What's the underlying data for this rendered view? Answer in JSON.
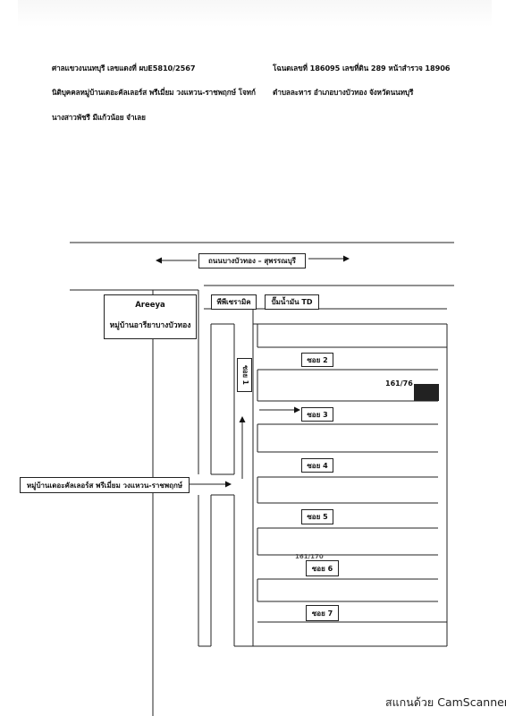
{
  "header": {
    "court": "ศาลแขวงนนทบุรี เลขแดงที่ ผบE5810/2567",
    "deed": "โฉนดเลขที่ 186095 เลขที่ดิน 289 หน้าสำรวจ 18906",
    "juristic": "นิติบุคคลหมู่บ้านเดอะคัลเลอร์ส พรีเมี่ยม วงแหวน-ราชพฤกษ์ โจทก์",
    "location": "ตำบลละหาร อำเภอบางบัวทอง จังหวัดนนทบุรี",
    "defendant": "นางสาวพัชรี มีแก้วน้อย จำเลย"
  },
  "map": {
    "main_road": "ถนนบางบัวทอง – สุพรรณบุรี",
    "areeya_name": "Areeya",
    "areeya_village": "หมู่บ้านอารียาบางบัวทอง",
    "shop_ceramic": "พีพีเซรามิค",
    "gas_station": "ปั๊มน้ำมัน TD",
    "village_entry": "หมู่บ้านเดอะคัลเลอร์ส พรีเมี่ยม วงแหวน-ราชพฤกษ์",
    "soi_1": "ซอย 1",
    "soi_2": "ซอย 2",
    "soi_3": "ซอย 3",
    "soi_4": "ซอย 4",
    "soi_5": "ซอย 5",
    "soi_6": "ซอย 6",
    "soi_7": "ซอย 7",
    "house_no": "161/76",
    "house_no_faded": "161/170"
  },
  "footer": "สแกนด้วย CamScanner"
}
